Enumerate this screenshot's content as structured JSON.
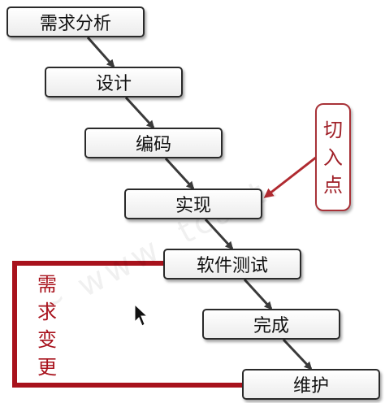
{
  "steps": [
    "需求分析",
    "设计",
    "编码",
    "实现",
    "软件测试",
    "完成",
    "维护"
  ],
  "entry_point": {
    "chars": [
      "切",
      "入",
      "点"
    ],
    "color": "#a02028"
  },
  "requirement_change": {
    "chars": [
      "需",
      "求",
      "变",
      "更"
    ],
    "color": "#a8121c"
  },
  "colors": {
    "arrow": "#3a3a3a",
    "box_border": "#2a2a2a",
    "loop_line": "#a8121c"
  }
}
